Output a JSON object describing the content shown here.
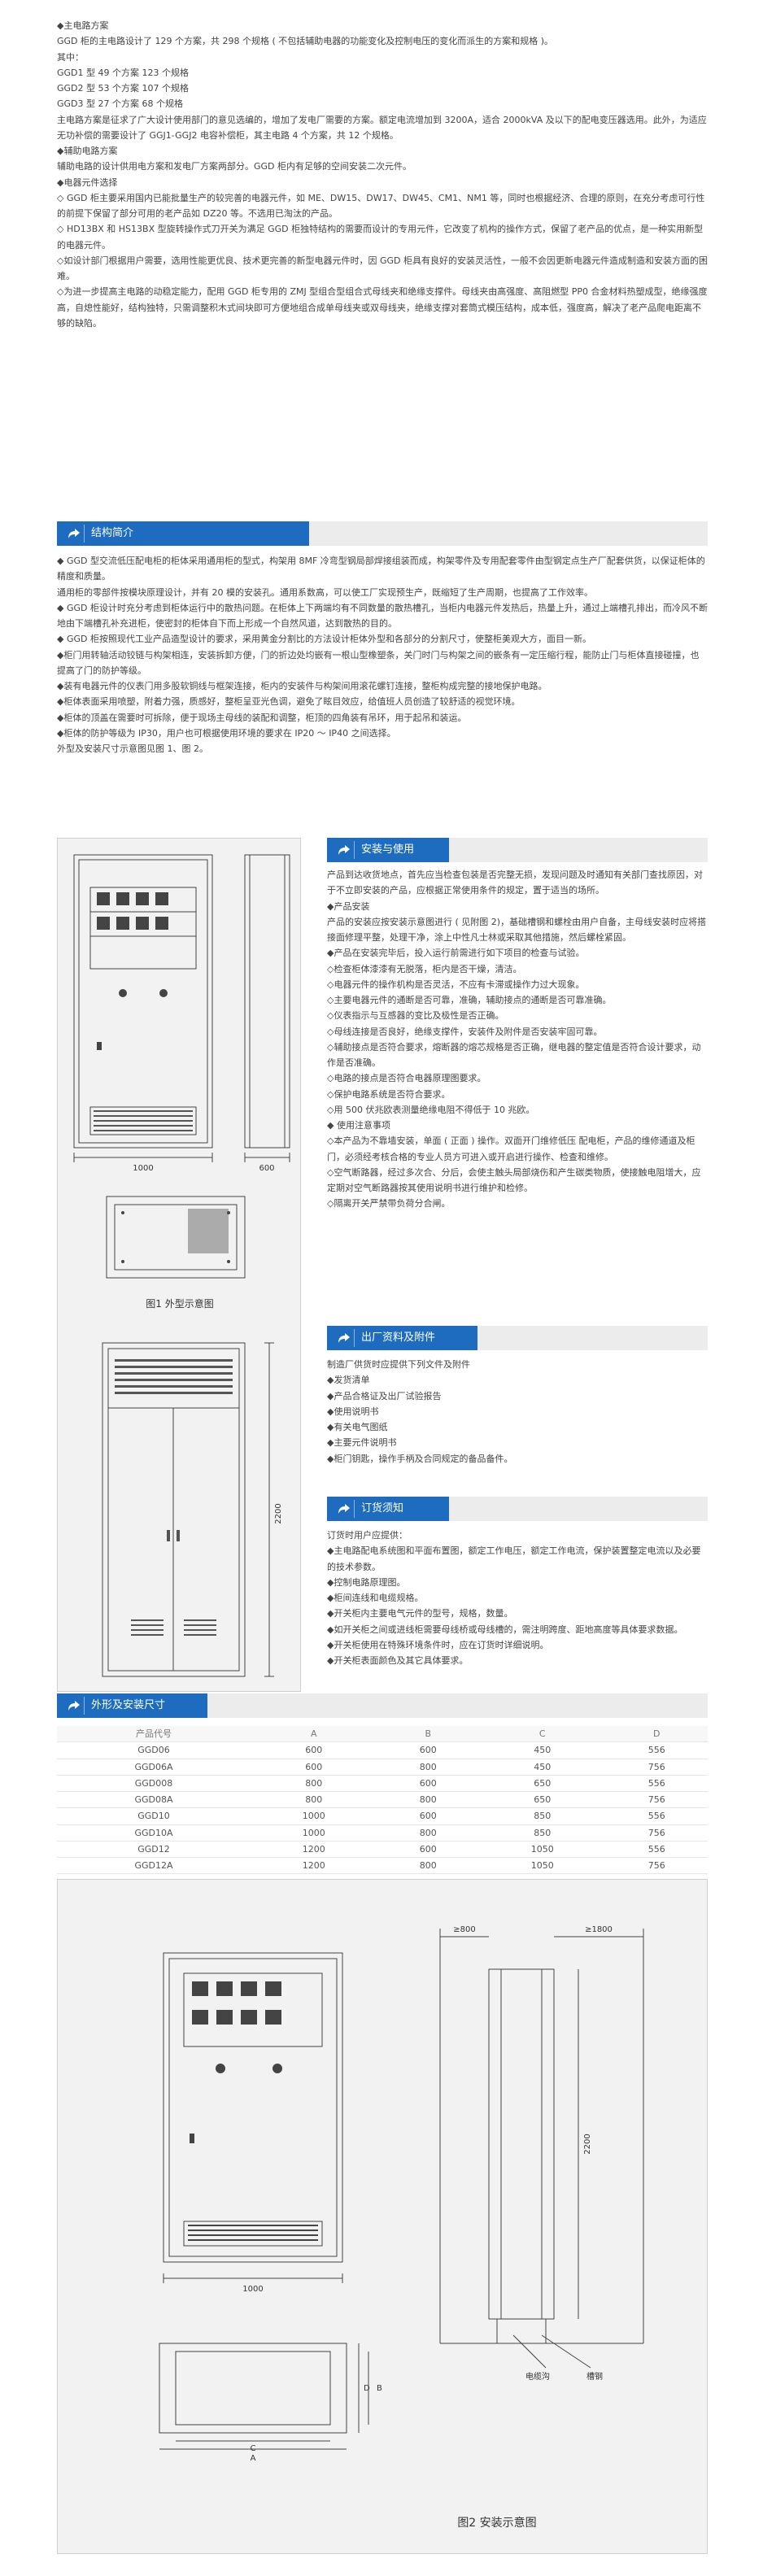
{
  "intro": {
    "main_scheme_title": "◆主电路方案",
    "main_scheme_desc": "GGD 柜的主电路设计了 129 个方案，共 298 个规格 ( 不包括辅助电器的功能变化及控制电压的变化而派生的方案和规格 )。",
    "among": "其中：",
    "ggd1": "GGD1 型 49 个方案 123 个规格",
    "ggd2": "GGD2 型 53 个方案 107 个规格",
    "ggd3": "GGD3 型 27 个方案 68 个规格",
    "main_scheme_note": "主电路方案是征求了广大设计使用部门的意见选编的，增加了发电厂需要的方案。额定电流增加到 3200A，适合 2000kVA 及以下的配电变压器选用。此外，为适应无功补偿的需要设计了 GGJ1-GGJ2 电容补偿柜，其主电路 4 个方案，共 12 个规格。",
    "aux_title": "◆辅助电路方案",
    "aux_desc": "辅助电路的设计供用电方案和发电厂方案两部分。GGD 柜内有足够的空间安装二次元件。",
    "comp_title": "◆电器元件选择",
    "comp_1": "◇ GGD 柜主要采用国内已能批量生产的较完善的电器元件，如 ME、DW15、DW17、DW45、CM1、NM1 等，同时也根据经济、合理的原则，在充分考虑可行性的前提下保留了部分可用的老产品如 DZ20 等。不选用已淘汰的产品。",
    "comp_2": "◇ HD13BX 和 HS13BX 型旋转操作式刀开关为满足 GGD 柜独特结构的需要而设计的专用元件，它改变了机构的操作方式，保留了老产品的优点，是一种实用新型的电器元件。",
    "comp_3": "◇如设计部门根据用户需要，选用性能更优良、技术更完善的新型电器元件时，因 GGD 柜具有良好的安装灵活性，一般不会因更新电器元件造成制造和安装方面的困难。",
    "comp_4": "◇为进一步提高主电路的动稳定能力，配用 GGD 柜专用的 ZMJ 型组合型组合式母线夹和绝缘支撑件。母线夹由高强度、高阻燃型 PP0 合金材料热塑成型，绝缘强度高，自熄性能好，结构独特，只需调整积木式间块即可方便地组合成单母线夹或双母线夹，绝缘支撑对套筒式模压结构，成本低，强度高，解决了老产品爬电距离不够的缺陷。"
  },
  "sec_structure": {
    "title": "结构简介",
    "p1": "◆ GGD 型交流低压配电柜的柜体采用通用柜的型式，构架用 8MF 冷弯型钢局部焊接组装而成，构架零件及专用配套零件由型钢定点生产厂配套供货，以保证柜体的精度和质量。",
    "p2": "通用柜的零部件按模块原理设计，并有 20 模的安装孔。通用系数高，可以使工厂实现预生产，既缩短了生产周期，也提高了工作效率。",
    "p3": "◆ GGD 柜设计时充分考虑到柜体运行中的散热问题。在柜体上下两端均有不同数量的散热槽孔，当柜内电器元件发热后，热量上升，通过上端槽孔排出，而冷风不断地由下端槽孔补充进柜，使密封的柜体自下而上形成一个自然风道，达到散热的目的。",
    "p4": "◆ GGD 柜按照现代工业产品造型设计的要求，采用黄金分割比的方法设计柜体外型和各部分的分割尺寸，使整柜美观大方，面目一新。",
    "p5": "◆柜门用转轴活动铰链与构架相连，安装拆卸方便，门的折边处均嵌有一根山型橡塑条，关门时门与构架之间的嵌条有一定压缩行程，能防止门与柜体直接碰撞，也提高了门的防护等级。",
    "p6": "◆装有电器元件的仪表门用多股软铜线与框架连接，柜内的安装件与构架间用滚花螺钉连接，整柜构成完整的接地保护电路。",
    "p7": "◆柜体表面采用喷塑，附着力强，质感好，整柜呈亚光色调，避免了眩目效应，给值班人员创造了较舒适的视觉环境。",
    "p8": "◆柜体的顶盖在需要时可拆除，便于现场主母线的装配和调整，柜顶的四角装有吊环，用于起吊和装运。",
    "p9": "◆柜体的防护等级为 IP30，用户也可根据使用环境的要求在 IP20 ～ IP40 之间选择。",
    "p10": "外型及安装尺寸示意图见图 1、图 2。"
  },
  "fig1": {
    "caption": "图1 外型示意图",
    "dim_width": "1000",
    "dim_depth": "600",
    "dim_height": "2200"
  },
  "sec_install": {
    "title": "安装与使用",
    "p1": "产品到达收货地点，首先应当检查包装是否完整无损，发现问题及时通知有关部门查找原因，对于不立即安装的产品，应根据正常使用条件的规定，置于适当的场所。",
    "p2": "◆产品安装",
    "p3": "产品的安装应按安装示意图进行 ( 见附图 2)，基础槽钢和螺栓由用户自备，主母线安装时应将搭接面修理平整，处理干净，涂上中性凡士林或采取其他措施，然后螺栓紧固。",
    "p4": "◆产品在安装完毕后，投入运行前需进行如下项目的检查与试验。",
    "p5": "◇检查柜体漆漆有无脱落，柜内是否干燥，清洁。",
    "p6": "◇电器元件的操作机构是否灵活，不应有卡滞或操作力过大现象。",
    "p7": "◇主要电器元件的通断是否可靠，准确，辅助接点的通断是否可靠准确。",
    "p8": "◇仪表指示与互感器的变比及极性是否正确。",
    "p9": "◇母线连接是否良好，绝缘支撑件，安装件及附件是否安装牢固可靠。",
    "p10": "◇辅助接点是否符合要求，熔断器的熔芯规格是否正确，继电器的整定值是否符合设计要求，动作是否准确。",
    "p11": "◇电路的接点是否符合电器原理图要求。",
    "p12": "◇保护电路系统是否符合要求。",
    "p13": "◇用 500 伏兆欧表测量绝缘电阻不得低于 10 兆欧。",
    "p14": "◆ 使用注意事项",
    "p15": "◇本产品为不靠墙安装，单面 ( 正面 ) 操作。双面开门维修低压 配电柜，产品的维修通道及柜门，必须经考核合格的专业人员方可进入或开启进行操作、检查和维修。",
    "p16": "◇空气断路器，经过多次合、分后，会使主触头局部烧伤和产生碳类物质，使接触电阻增大，应定期对空气断路器按其使用说明书进行维护和检修。",
    "p17": "◇隔离开关严禁带负荷分合闸。"
  },
  "sec_docs": {
    "title": "出厂资料及附件",
    "intro": "制造厂供货时应提供下列文件及附件",
    "items": [
      "◆发货清单",
      "◆产品合格证及出厂试验报告",
      "◆使用说明书",
      "◆有关电气图纸",
      "◆主要元件说明书",
      "◆柜门钥匙，操作手柄及合同规定的备品备件。"
    ]
  },
  "sec_order": {
    "title": "订货须知",
    "intro": "订货时用户应提供：",
    "items": [
      "◆主电路配电系统图和平面布置图，额定工作电压，额定工作电流，保护装置整定电流以及必要的技术参数。",
      "◆控制电路原理图。",
      "◆柜间连线和电缆规格。",
      "◆开关柜内主要电气元件的型号，规格，数量。",
      "◆如开关柜之间或进线柜需要母线桥或母线槽的，需注明跨度、距地高度等具体要求数据。",
      "◆开关柜使用在特殊环境条件时，应在订货时详细说明。",
      "◆开关柜表面颜色及其它具体要求。"
    ]
  },
  "sec_dims": {
    "title": "外形及安装尺寸",
    "headers": [
      "产品代号",
      "A",
      "B",
      "C",
      "D"
    ],
    "rows": [
      [
        "GGD06",
        "600",
        "600",
        "450",
        "556"
      ],
      [
        "GGD06A",
        "600",
        "800",
        "450",
        "756"
      ],
      [
        "GGD008",
        "800",
        "600",
        "650",
        "556"
      ],
      [
        "GGD08A",
        "800",
        "800",
        "650",
        "756"
      ],
      [
        "GGD10",
        "1000",
        "600",
        "850",
        "556"
      ],
      [
        "GGD10A",
        "1000",
        "800",
        "850",
        "756"
      ],
      [
        "GGD12",
        "1200",
        "600",
        "1050",
        "556"
      ],
      [
        "GGD12A",
        "1200",
        "800",
        "1050",
        "756"
      ]
    ]
  },
  "fig2": {
    "caption": "图2 安装示意图",
    "dim_front": "≥800",
    "dim_rear": "≥1800",
    "dim_height": "2200",
    "dim_width": "1000",
    "label_duct": "电缆沟",
    "label_channel": "槽钢",
    "dim_a": "A",
    "dim_b": "B",
    "dim_c": "C",
    "dim_d": "D"
  }
}
